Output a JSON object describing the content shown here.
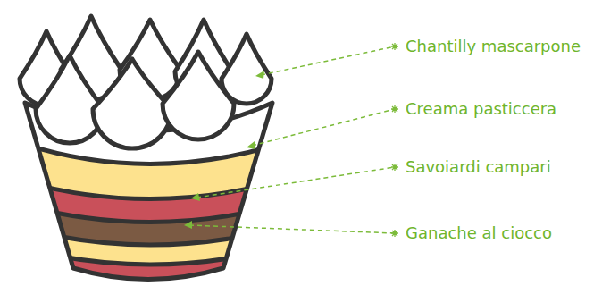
{
  "diagram": {
    "labels": [
      "Chantilly mascarpone",
      "Creama pasticcera",
      "Savoiardi campari",
      "Ganache al ciocco"
    ]
  }
}
